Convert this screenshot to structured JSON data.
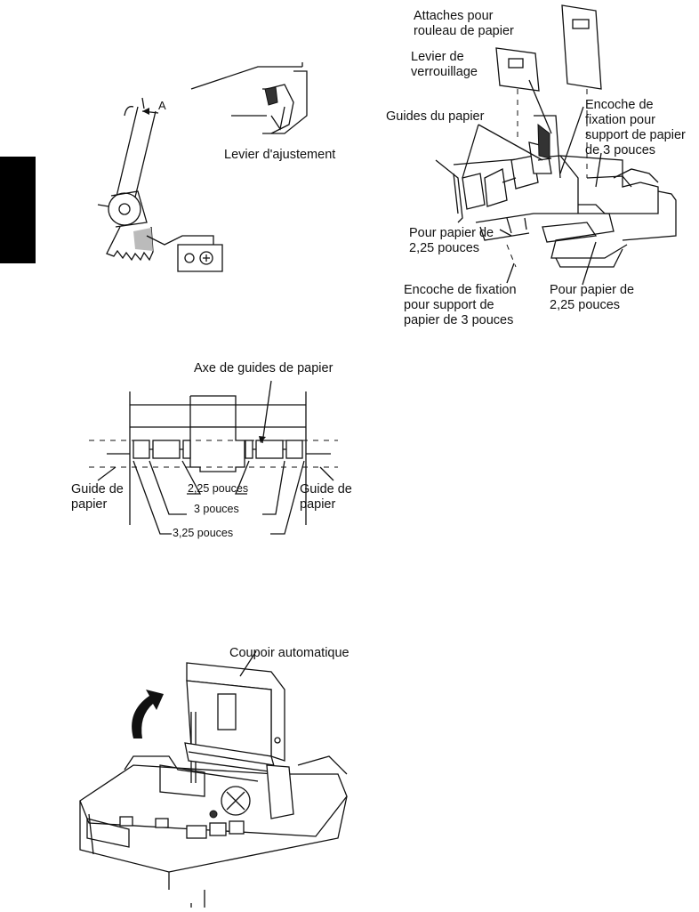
{
  "fig1": {
    "label_a": "A",
    "label_adjust": "Levier d'ajustement"
  },
  "fig2": {
    "attaches": "Attaches pour\nrouleau de papier",
    "levier": "Levier de\nverrouillage",
    "guides": "Guides du papier",
    "encoche_right": "Encoche de\nfixation pour\nsupport de papier\nde 3 pouces",
    "pour_left": "Pour papier de\n2,25 pouces",
    "encoche_bottom": "Encoche de fixation\npour support de\npapier de 3 pouces",
    "pour_right": "Pour papier de\n2,25 pouces"
  },
  "fig3": {
    "axe": "Axe de guides de papier",
    "guide_left": "Guide de\npapier",
    "guide_right": "Guide de\npapier",
    "w225": "2,25 pouces",
    "w3": "3 pouces",
    "w325": "3,25 pouces"
  },
  "fig4": {
    "coupoir": "Coupoir automatique"
  },
  "colors": {
    "ink": "#111111",
    "tab": "#000000"
  },
  "icons": [
    "curved-arrow-icon"
  ]
}
